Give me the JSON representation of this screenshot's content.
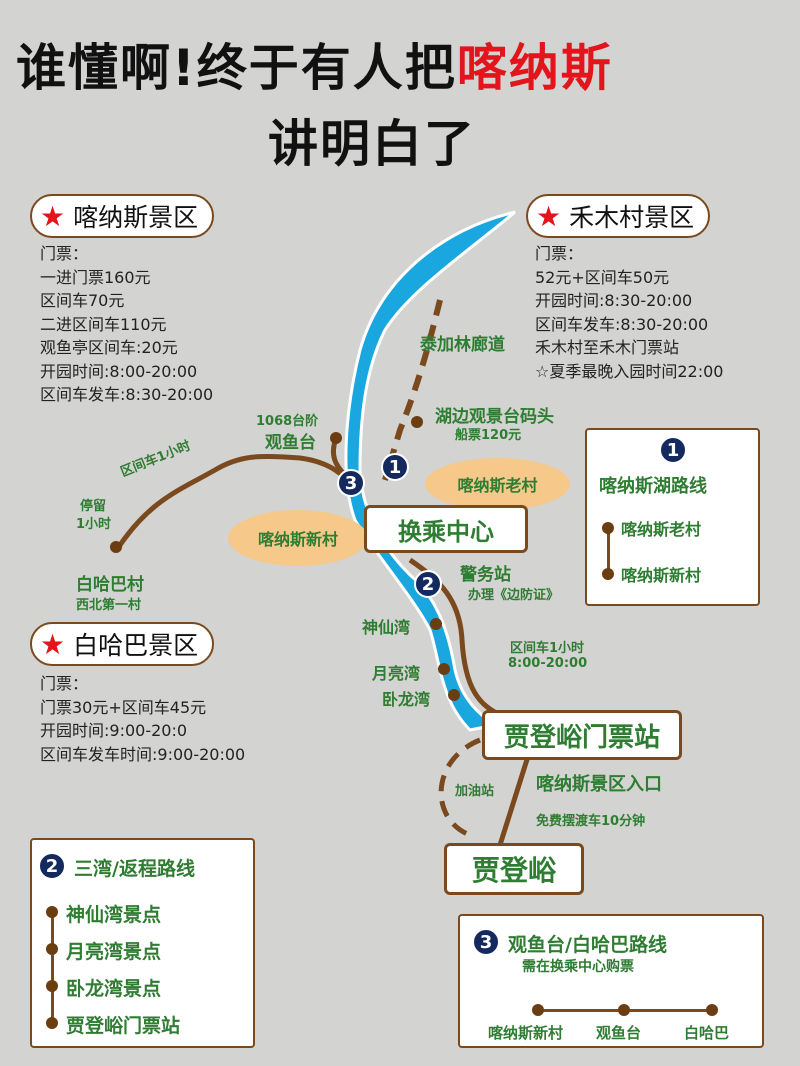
{
  "title": {
    "line1_prefix": "谁懂啊!终于有人把",
    "line1_highlight": "喀纳斯",
    "line2": "讲明白了"
  },
  "colors": {
    "background": "#d3d3d1",
    "river": "#1aa7e0",
    "route": "#7a4a1e",
    "green_text": "#2f7d32",
    "highlight": "#e3141b",
    "badge": "#142a5e",
    "village": "#f6c889"
  },
  "kanas": {
    "label": "喀纳斯景区",
    "lines": [
      "门票：",
      "一进门票160元",
      "区间车70元",
      "二进区间车110元",
      "观鱼亭区间车:20元",
      "开园时间:8:00-20:00",
      "区间车发车:8:30-20:00"
    ]
  },
  "hemu": {
    "label": "禾木村景区",
    "lines": [
      "门票：",
      "52元+区间车50元",
      "开园时间:8:30-20:00",
      "区间车发车:8:30-20:00",
      "禾木村至禾木门票站",
      "☆夏季最晚入园时间22:00"
    ]
  },
  "baihaba": {
    "label": "白哈巴景区",
    "lines": [
      "门票：",
      "门票30元+区间车45元",
      "开园时间:9:00-20:0",
      "区间车发车时间:9:00-20:00"
    ]
  },
  "map": {
    "taigalin": "泰加林廊道",
    "pier": "湖边观景台码头",
    "pier_ticket": "船票120元",
    "steps": "1068台阶",
    "guanyutai": "观鱼台",
    "bus1h": "区间车1小时",
    "stay": "停留",
    "stay2": "1小时",
    "baihaba_village": "白哈巴村",
    "baihaba_sub": "西北第一村",
    "old_village": "喀纳斯老村",
    "new_village": "喀纳斯新村",
    "transfer": "换乘中心",
    "police": "警务站",
    "permit": "办理《边防证》",
    "shenxian": "神仙湾",
    "yueliang": "月亮湾",
    "wolong": "卧龙湾",
    "bus_time": "区间车1小时",
    "bus_hours": "8:00-20:00",
    "jiadengyu_gate": "贾登峪门票站",
    "entrance": "喀纳斯景区入口",
    "gas": "加油站",
    "shuttle": "免费摆渡车10分钟",
    "jiadengyu": "贾登峪",
    "badges": [
      "1",
      "2",
      "3"
    ]
  },
  "route1": {
    "num": "1",
    "title": "喀纳斯湖路线",
    "stops": [
      "喀纳斯老村",
      "喀纳斯新村"
    ]
  },
  "route2": {
    "num": "2",
    "title": "三湾/返程路线",
    "stops": [
      "神仙湾景点",
      "月亮湾景点",
      "卧龙湾景点",
      "贾登峪门票站"
    ]
  },
  "route3": {
    "num": "3",
    "title": "观鱼台/白哈巴路线",
    "subtitle": "需在换乘中心购票",
    "stops": [
      "喀纳斯新村",
      "观鱼台",
      "白哈巴"
    ]
  }
}
